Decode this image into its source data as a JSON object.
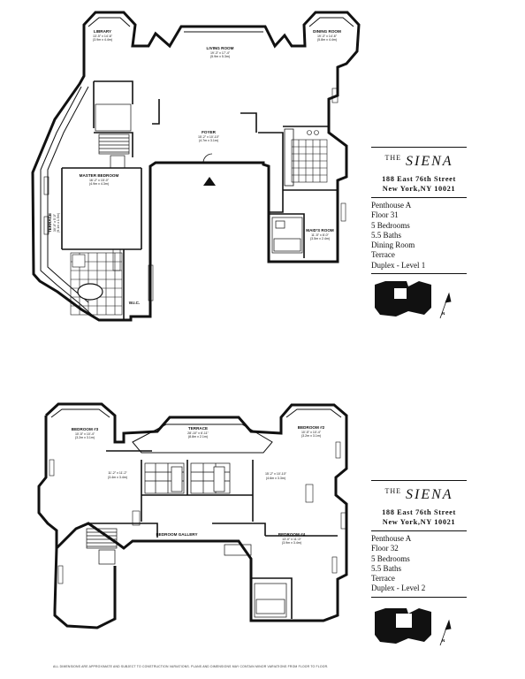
{
  "level1": {
    "rooms": [
      {
        "id": "library",
        "label": "LIBRARY",
        "dims": "13'-5\" x 14'-6\"",
        "metric": "(3.9m x 4.4m)"
      },
      {
        "id": "living",
        "label": "LIVING ROOM",
        "dims": "19'-3\" x 17'-4\"",
        "metric": "(5.9m x 5.3m)"
      },
      {
        "id": "dining",
        "label": "DINING ROOM",
        "dims": "19'-3\" x 14'-6\"",
        "metric": "(5.8m x 4.4m)"
      },
      {
        "id": "foyer",
        "label": "FOYER",
        "dims": "15'-2\" x 10'-10\"",
        "metric": "(4.7m x 3.1m)"
      },
      {
        "id": "master",
        "label": "MASTER BEDROOM",
        "dims": "16'-2\" x 15'-0\"",
        "metric": "(4.9m x 4.3m)"
      },
      {
        "id": "terrace",
        "label": "TERRACE",
        "dims": "30'-0\" x 5'-0\"",
        "metric": "(9.1m x 1.5m)"
      },
      {
        "id": "maid",
        "label": "MAID'S ROOM",
        "dims": "11'-5\" x 8'-0\"",
        "metric": "(3.5m x 2.4m)"
      },
      {
        "id": "wic",
        "label": "W.I.C.",
        "dims": "",
        "metric": ""
      }
    ],
    "panel": {
      "brand_the": "THE",
      "brand_name": "SIENA",
      "address1": "188 East 76th Street",
      "address2": "New York,NY 10021",
      "specs": [
        "Penthouse A",
        "Floor 31",
        "5 Bedrooms",
        "5.5 Baths",
        "Dining Room",
        "Terrace",
        "Duplex - Level 1"
      ]
    }
  },
  "level2": {
    "rooms": [
      {
        "id": "bed3",
        "label": "BEDROOM #3",
        "dims": "10'-5\" x 10'-4\"",
        "metric": "(3.2m x 3.1m)"
      },
      {
        "id": "terrace2",
        "label": "TERRACE",
        "dims": "28'-10\" x 6'-11\"",
        "metric": "(8.8m x 2.1m)"
      },
      {
        "id": "bed2",
        "label": "BEDROOM #2",
        "dims": "10'-5\" x 10'-4\"",
        "metric": "(3.2m x 3.1m)"
      },
      {
        "id": "bed5",
        "label": "",
        "dims": "11'-2\" x 11'-2\"",
        "metric": "(3.4m x 3.4m)"
      },
      {
        "id": "bed1",
        "label": "",
        "dims": "15'-2\" x 10'-10\"",
        "metric": "(4.6m x 3.3m)"
      },
      {
        "id": "gallery",
        "label": "BEDROOM GALLERY",
        "dims": "",
        "metric": ""
      },
      {
        "id": "bed4",
        "label": "BEDROOM #4",
        "dims": "13'-0\" x 11'-0\"",
        "metric": "(3.9m x 3.4m)"
      }
    ],
    "panel": {
      "brand_the": "THE",
      "brand_name": "SIENA",
      "address1": "188 East 76th Street",
      "address2": "New York,NY 10021",
      "specs": [
        "Penthouse A",
        "Floor 32",
        "5 Bedrooms",
        "5.5 Baths",
        "Terrace",
        "Duplex - Level 2"
      ]
    }
  },
  "compass_label": "N",
  "footer": "ALL DIMENSIONS ARE APPROXIMATE AND SUBJECT TO CONSTRUCTION VARIATIONS. PLANS AND DIMENSIONS MAY CONTAIN MINOR VARIATIONS FROM FLOOR TO FLOOR."
}
